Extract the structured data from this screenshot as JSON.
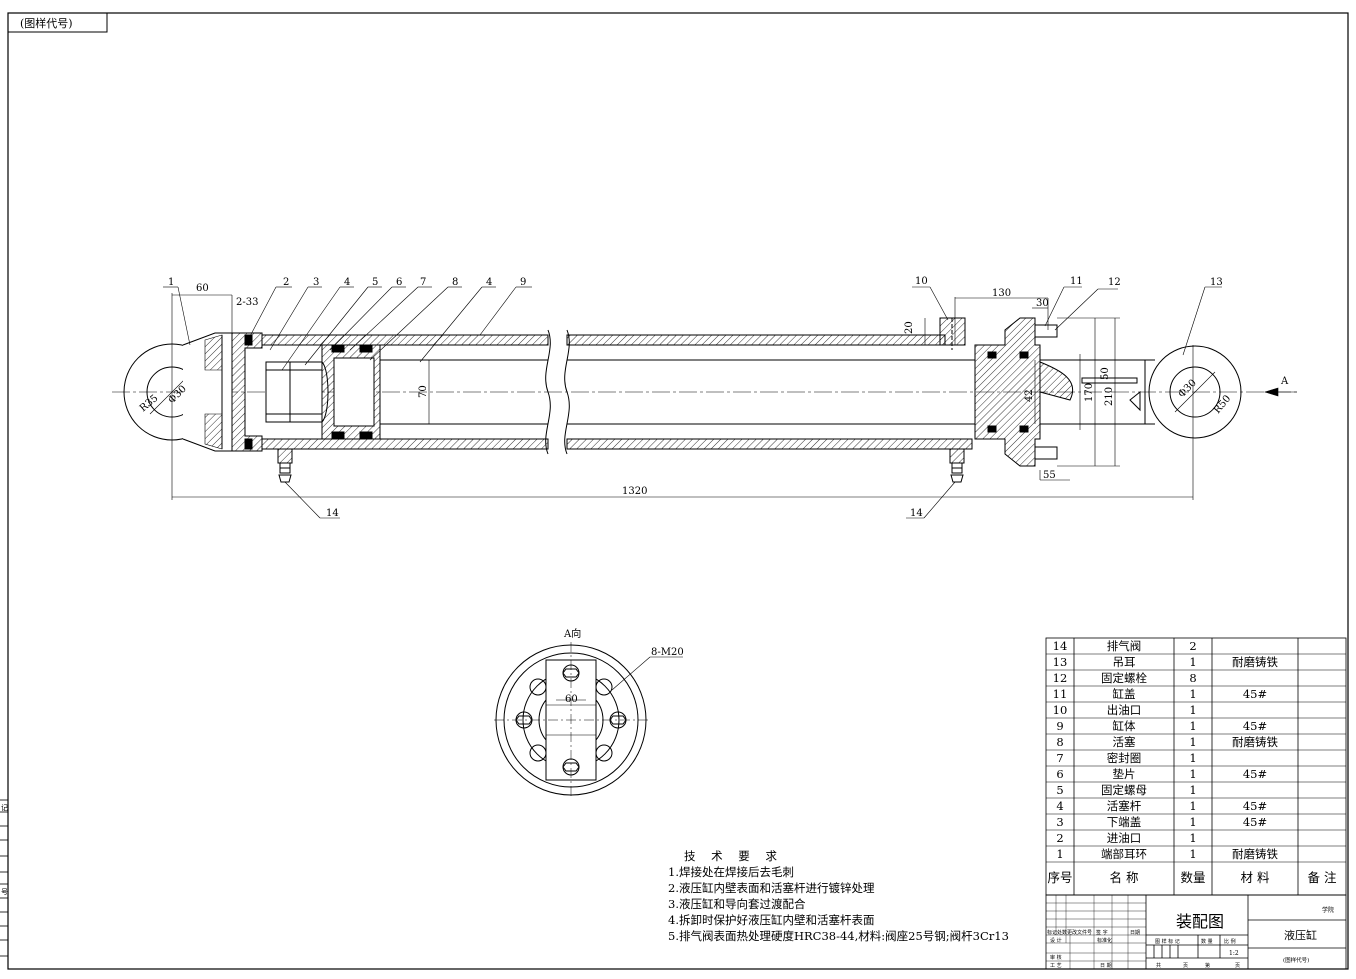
{
  "corner_tag": "(图样代号)",
  "left_strip": [
    "记",
    "号"
  ],
  "part_labels": [
    "1",
    "2",
    "3",
    "4",
    "5",
    "6",
    "7",
    "8",
    "4",
    "9",
    "10",
    "11",
    "12",
    "13",
    "14",
    "14"
  ],
  "dimensions": {
    "d60": "60",
    "d2_33": "2-33",
    "d70": "70",
    "d1320": "1320",
    "d130": "130",
    "d30": "30",
    "d20": "20",
    "d42": "42",
    "d170": "170",
    "d210": "210",
    "d55": "55",
    "d50": "50",
    "r35": "R35",
    "phi30_left": "Φ30",
    "phi30_right": "Φ30",
    "r50": "R50"
  },
  "view_arrow": "A",
  "view_a": {
    "title": "A向",
    "bolts": "8-M20",
    "flat": "60"
  },
  "tech": {
    "title": "技 术 要 求",
    "items": [
      "1.焊接处在焊接后去毛刺",
      "2.液压缸内壁表面和活塞杆进行镀锌处理",
      "3.液压缸和导向套过渡配合",
      "4.拆卸时保护好液压缸内壁和活塞杆表面",
      "5.排气阀表面热处理硬度HRC38-44,材料:阀座25号钢;阀杆3Cr13"
    ]
  },
  "bom": {
    "rows": [
      {
        "no": "14",
        "name": "排气阀",
        "qty": "2",
        "mat": ""
      },
      {
        "no": "13",
        "name": "吊耳",
        "qty": "1",
        "mat": "耐磨铸铁"
      },
      {
        "no": "12",
        "name": "固定螺栓",
        "qty": "8",
        "mat": ""
      },
      {
        "no": "11",
        "name": "缸盖",
        "qty": "1",
        "mat": "45#"
      },
      {
        "no": "10",
        "name": "出油口",
        "qty": "1",
        "mat": ""
      },
      {
        "no": "9",
        "name": "缸体",
        "qty": "1",
        "mat": "45#"
      },
      {
        "no": "8",
        "name": "活塞",
        "qty": "1",
        "mat": "耐磨铸铁"
      },
      {
        "no": "7",
        "name": "密封圈",
        "qty": "1",
        "mat": ""
      },
      {
        "no": "6",
        "name": "垫片",
        "qty": "1",
        "mat": "45#"
      },
      {
        "no": "5",
        "name": "固定螺母",
        "qty": "1",
        "mat": ""
      },
      {
        "no": "4",
        "name": "活塞杆",
        "qty": "1",
        "mat": "45#"
      },
      {
        "no": "3",
        "name": "下端盖",
        "qty": "1",
        "mat": "45#"
      },
      {
        "no": "2",
        "name": "进油口",
        "qty": "1",
        "mat": ""
      },
      {
        "no": "1",
        "name": "端部耳环",
        "qty": "1",
        "mat": "耐磨铸铁"
      }
    ],
    "header": {
      "no": "序号",
      "name": "名 称",
      "qty": "数量",
      "mat": "材 料",
      "note": "备 注"
    }
  },
  "title_block": {
    "drawing": "装配图",
    "part": "液压缸",
    "school": "学院",
    "code": "(图样代号)",
    "scale": "1:2",
    "labels": [
      "标记",
      "处数",
      "更改文件号",
      "签 字",
      "日期",
      "设 计",
      "标准化",
      "审 核",
      "工 艺",
      "日 期",
      "图 样 标 记",
      "数 量",
      "比 例",
      "共",
      "页",
      "第",
      "页"
    ]
  }
}
